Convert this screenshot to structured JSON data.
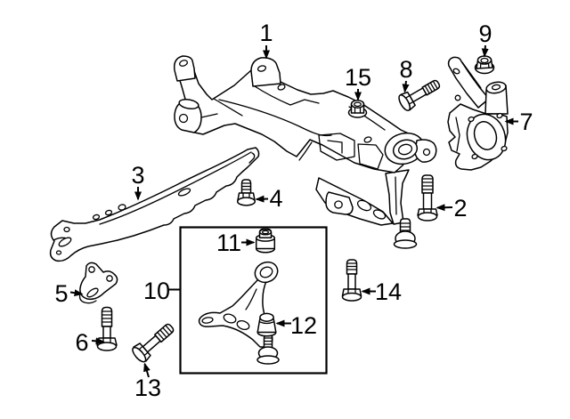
{
  "figure": {
    "type": "exploded-parts-diagram",
    "background_color": "#ffffff",
    "line_color": "#000000",
    "callouts": [
      {
        "text": "1",
        "points_to": "crossmember",
        "arrow_direction": "down"
      },
      {
        "text": "2",
        "points_to": "bolt",
        "arrow_direction": "left"
      },
      {
        "text": "3",
        "points_to": "support-bar",
        "arrow_direction": "down"
      },
      {
        "text": "4",
        "points_to": "bolt",
        "arrow_direction": "left"
      },
      {
        "text": "5",
        "points_to": "bracket",
        "arrow_direction": "right"
      },
      {
        "text": "6",
        "points_to": "bolt",
        "arrow_direction": "right"
      },
      {
        "text": "7",
        "points_to": "steering-knuckle",
        "arrow_direction": "left"
      },
      {
        "text": "8",
        "points_to": "bolt",
        "arrow_direction": "down"
      },
      {
        "text": "9",
        "points_to": "nut",
        "arrow_direction": "down"
      },
      {
        "text": "10",
        "points_to": "control-arm-box",
        "arrow_direction": "line"
      },
      {
        "text": "11",
        "points_to": "bushing",
        "arrow_direction": "right"
      },
      {
        "text": "12",
        "points_to": "bushing",
        "arrow_direction": "left"
      },
      {
        "text": "13",
        "points_to": "bolt",
        "arrow_direction": "up"
      },
      {
        "text": "14",
        "points_to": "bolt",
        "arrow_direction": "left"
      },
      {
        "text": "15",
        "points_to": "nut",
        "arrow_direction": "down"
      }
    ]
  }
}
